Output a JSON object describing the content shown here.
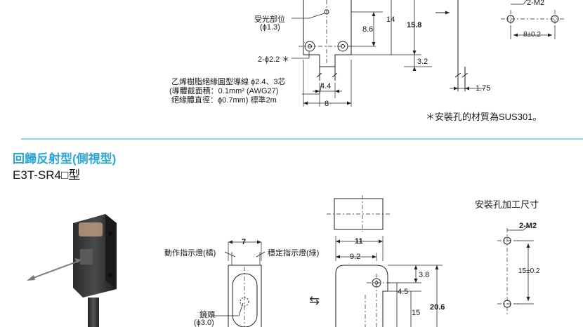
{
  "top": {
    "recv_label": "受光部位",
    "recv_dia": "(ϕ1.3)",
    "hole_label": "2-ϕ2.2 ＊",
    "cable_line1": "乙烯樹脂絕緣圓型導線 ϕ2.4、3芯",
    "cable_line2": "(導體截面積：0.1mm² (AWG27)",
    "cable_line3": "絕緣體直徑：ϕ0.7mm) 標準2m",
    "dim_86": "8.6",
    "dim_14": "14",
    "dim_158": "15.8",
    "dim_32": "3.2",
    "dim_44": "4.4",
    "dim_8": "8",
    "dim_175": "1.75",
    "m2_label": "2-M2",
    "dim_8pm": "8±0.2",
    "note": "＊安裝孔的材質為SUS301。"
  },
  "section": {
    "title": "回歸反射型(側視型)",
    "model": "E3T-SR4□型"
  },
  "bottom": {
    "op_label": "動作指示燈(橘)",
    "stable_label": "穩定指示燈(綠)",
    "lens_label": "鏡頭",
    "lens_dia": "(ϕ3.0)",
    "dim_7": "7",
    "dim_11": "11",
    "dim_92": "9.2",
    "dim_38": "3.8",
    "dim_45": "4.5",
    "dim_15": "15",
    "dim_206": "20.6",
    "mount_title": "安裝孔加工尺寸",
    "m2_label": "2-M2",
    "dim_15pm": "15±0.2",
    "arrow_sym": "⇆"
  }
}
